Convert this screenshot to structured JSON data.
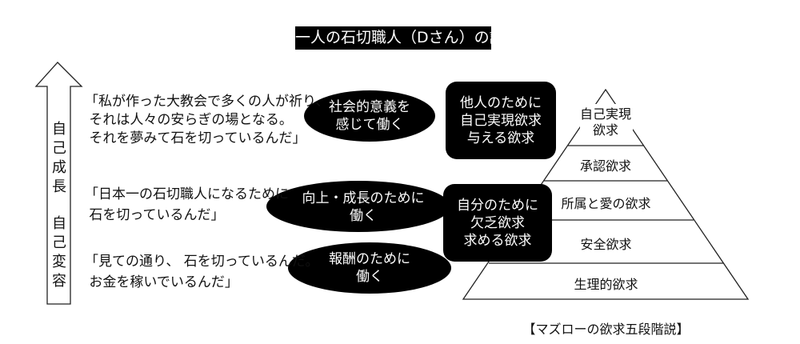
{
  "title": "一人の石切職人（Dさん）の話",
  "arrow_label": [
    "自己成長",
    "自己変容"
  ],
  "quotes": [
    {
      "lines": [
        "「私が作った大教会で多くの人が祈り、",
        " それは人々の安らぎの場となる。",
        " それを夢みて石を切っているんだ」"
      ]
    },
    {
      "lines": [
        "「日本一の石切職人になるために",
        " 石を切っているんだ」"
      ]
    },
    {
      "lines": [
        "「見ての通り、 石を切っているんだ。",
        " お金を稼いでいるんだ」"
      ]
    }
  ],
  "ellipses": [
    {
      "lines": [
        "社会的意義を",
        "感じて働く"
      ]
    },
    {
      "lines": [
        "向上・成長のために",
        "働く"
      ]
    },
    {
      "lines": [
        "報酬のために",
        "働く"
      ]
    }
  ],
  "boxes": [
    {
      "lines": [
        "他人のために",
        "自己実現欲求",
        "与える欲求"
      ]
    },
    {
      "lines": [
        "自分のために",
        "欠乏欲求",
        "求める欲求"
      ]
    }
  ],
  "pyramid": {
    "layers": [
      {
        "lines": [
          "自己実現",
          "欲求"
        ]
      },
      {
        "lines": [
          "承認欲求"
        ]
      },
      {
        "lines": [
          "所属と愛の欲求"
        ]
      },
      {
        "lines": [
          "安全欲求"
        ]
      },
      {
        "lines": [
          "生理的欲求"
        ]
      }
    ],
    "caption": "【マズローの欲求五段階説】"
  }
}
